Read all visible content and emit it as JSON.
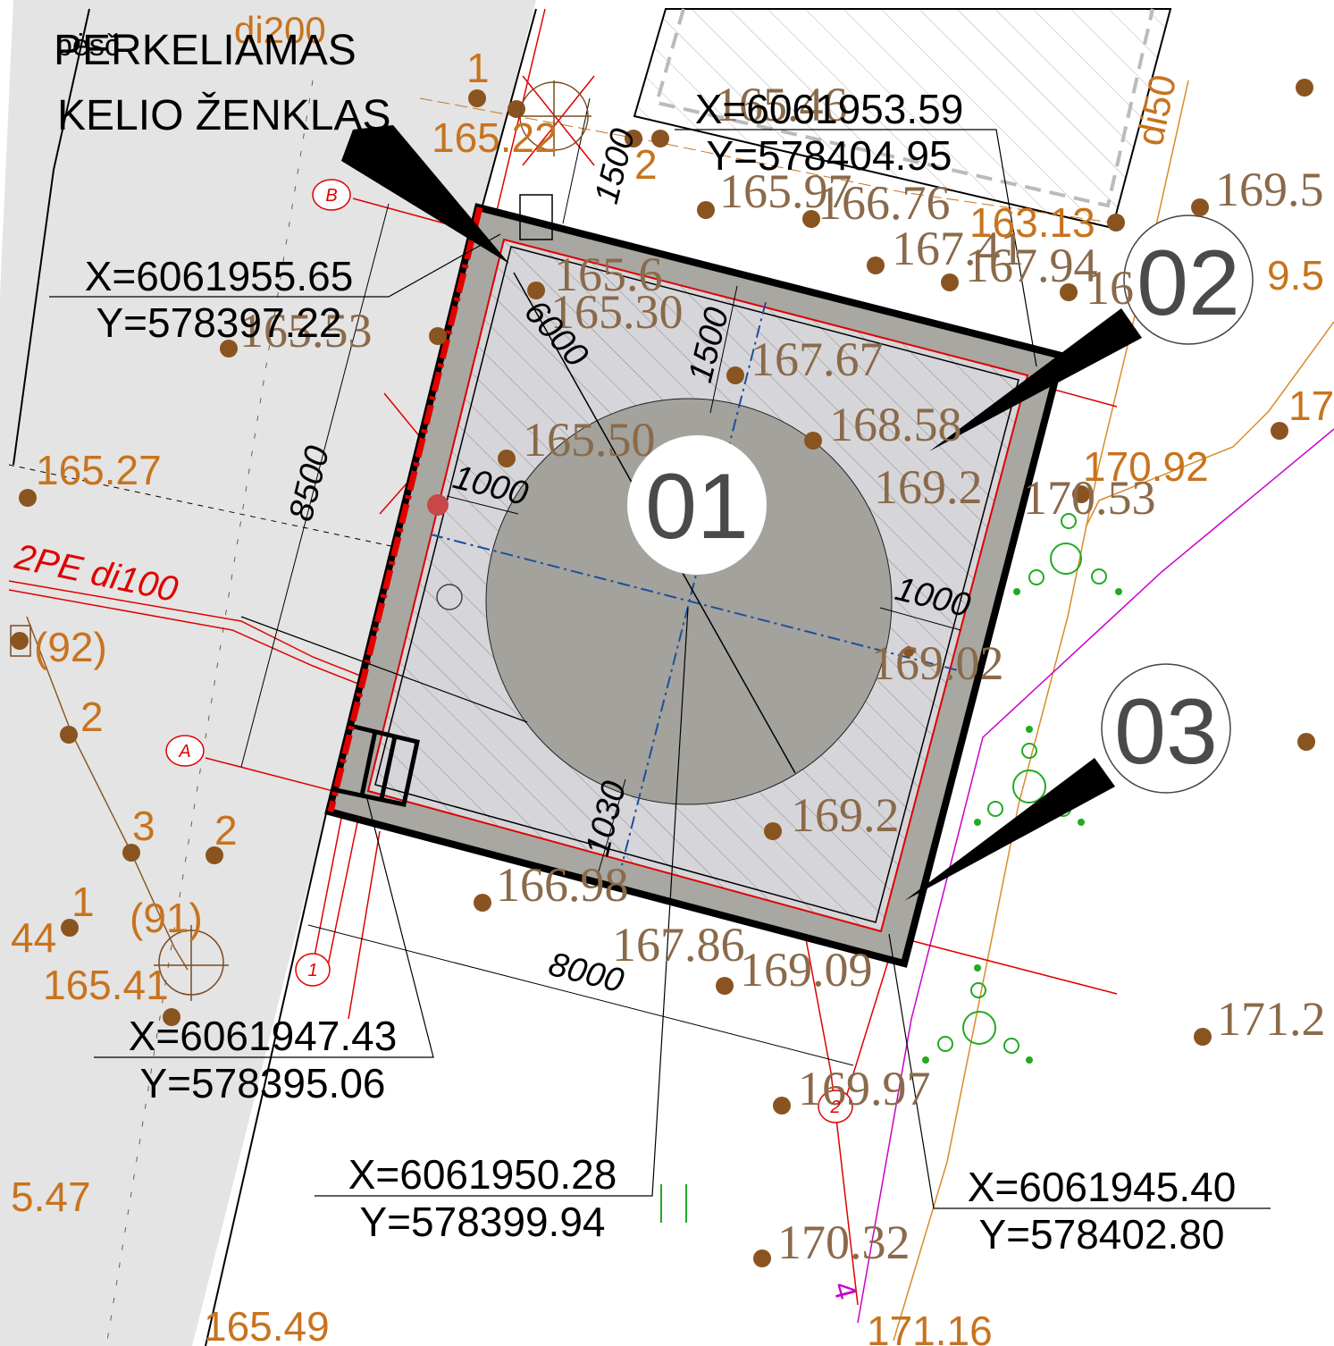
{
  "colors": {
    "road": "#e4e4e4",
    "pit_rim": "#a8a7a2",
    "pit_floor": "#d6d6da",
    "tank": "#a3a29d",
    "redline": "#e00000",
    "elevation_brown": "#8a6a4a",
    "elevation_orange": "#c8731e",
    "utility_green": "#22aa22",
    "cable_magenta": "#cc00cc",
    "axis_blue": "#1f4e9a"
  },
  "notes": {
    "relocate_line1": "PERKELIAMAS",
    "relocate_line2": "KELIO ŽENKLAS",
    "corner_fragment": "pėsč",
    "pipe_label": "2PE di100",
    "di200_label": "di200",
    "di50_label": "di50"
  },
  "coords": {
    "c1": {
      "x": "X=6061953.59",
      "y": "Y=578404.95"
    },
    "c2": {
      "x": "X=6061955.65",
      "y": "Y=578397.22"
    },
    "c3": {
      "x": "X=6061947.43",
      "y": "Y=578395.06"
    },
    "c4": {
      "x": "X=6061950.28",
      "y": "Y=578399.94"
    },
    "c5": {
      "x": "X=6061945.40",
      "y": "Y=578402.80"
    }
  },
  "markers": {
    "m01": "01",
    "m02": "02",
    "m03": "03"
  },
  "axes": {
    "a": "A",
    "b": "B",
    "n1": "1",
    "n2": "2"
  },
  "dimensions": {
    "d1500_top": "1500",
    "d1500_inner": "1500",
    "d6000": "6000",
    "d1000_left": "1000",
    "d1000_right": "1000",
    "d8500": "8500",
    "d8000": "8000",
    "d1030": "1030"
  },
  "elevations_brown": {
    "e1": "165.46",
    "e2": "165.97",
    "e3": "166.76",
    "e4": "167.41",
    "e5": "167.94",
    "e6": "165.30",
    "e7": "165.53",
    "e8": "167.67",
    "e9": "168.58",
    "e10": "169.2",
    "e11": "170.53",
    "e12": "169.2",
    "e13": "166.98",
    "e14": "167.86",
    "e15": "169.09",
    "e16": "169.97",
    "e17": "170.32",
    "e18": "171.2",
    "e19": "169.5",
    "e20": "165.6",
    "e21": "169.02",
    "e22": "165.50",
    "e23": "16"
  },
  "elevations_orange": {
    "o1": "165.22",
    "o2": "165.27",
    "o3": "165.41",
    "o4": "5.47",
    "o5": "165.49",
    "o6": "170.92",
    "o7": "171.16",
    "o8": "163.13",
    "o9": "9.5",
    "o10": "17",
    "o11": "(92)",
    "o12": "(91)",
    "o13": "44",
    "o14": "1",
    "o15": "2",
    "o16": "3",
    "o17": "2",
    "o18": "1",
    "o19": "2",
    "o20": "4"
  }
}
